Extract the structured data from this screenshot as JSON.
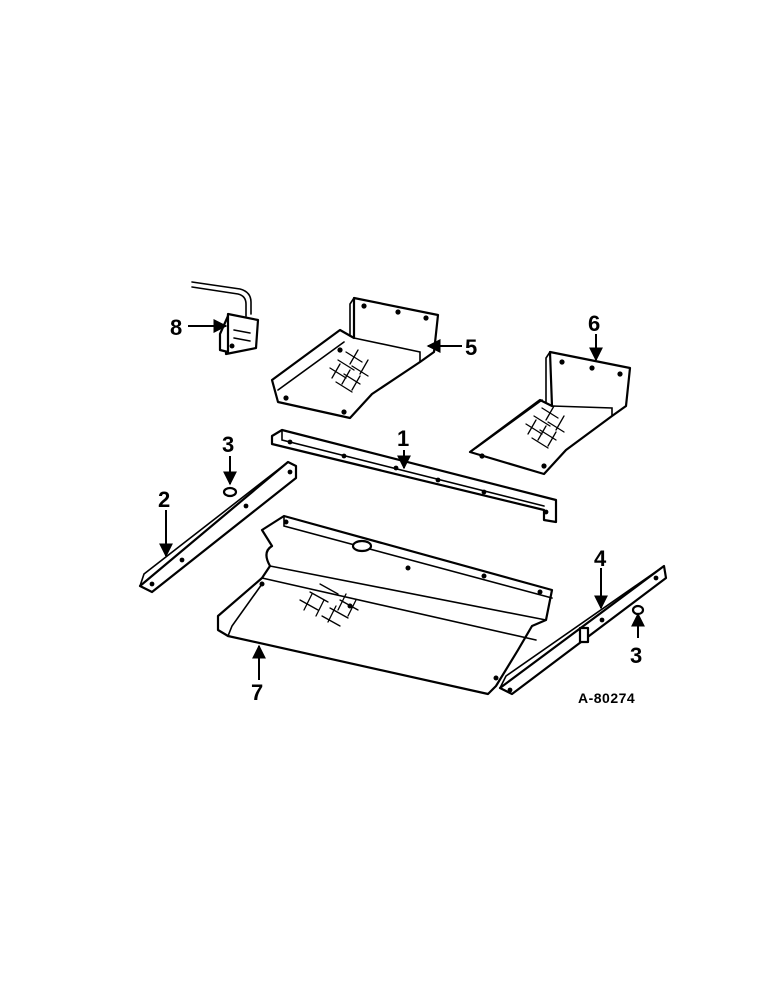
{
  "callouts": {
    "c1": "1",
    "c2": "2",
    "c3a": "3",
    "c3b": "3",
    "c4": "4",
    "c5": "5",
    "c6": "6",
    "c7": "7",
    "c8": "8"
  },
  "reference_code": "A-80274"
}
